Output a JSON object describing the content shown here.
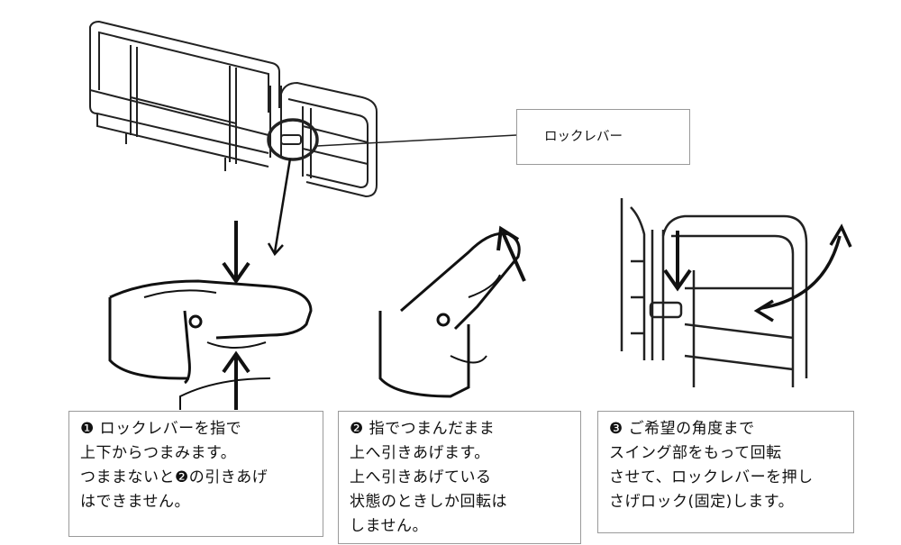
{
  "callout": {
    "label": "ロックレバー"
  },
  "steps": [
    {
      "lines": [
        "❶ ロックレバーを指で",
        "上下からつまみます。",
        "つままないと❷の引きあげ",
        "はできません。"
      ]
    },
    {
      "lines": [
        "❷ 指でつまんだまま",
        "上へ引きあげます。",
        "上へ引きあげている",
        "状態のときしか回転は",
        "しません。"
      ]
    },
    {
      "lines": [
        "❸ ご希望の角度まで",
        "スイング部をもって回転",
        "させて、ロックレバーを押し",
        "さげロック(固定)します。"
      ]
    }
  ]
}
